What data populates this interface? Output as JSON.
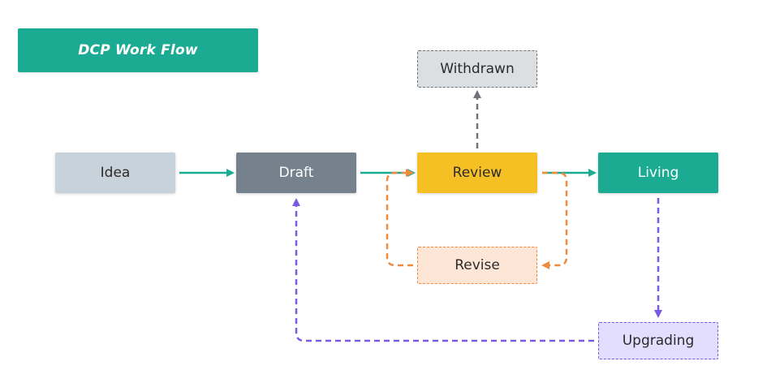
{
  "title": "DCP Work Flow",
  "nodes": {
    "idea": "Idea",
    "draft": "Draft",
    "review": "Review",
    "living": "Living",
    "withdrawn": "Withdrawn",
    "revise": "Revise",
    "upgrading": "Upgrading"
  },
  "colors": {
    "teal": "#1aab92",
    "gray_dark": "#76818e",
    "gray_light": "#c8d2db",
    "yellow": "#f5c024",
    "orange": "#f08a3c",
    "purple": "#7a5be0",
    "withdrawn_border": "#6f7378"
  }
}
